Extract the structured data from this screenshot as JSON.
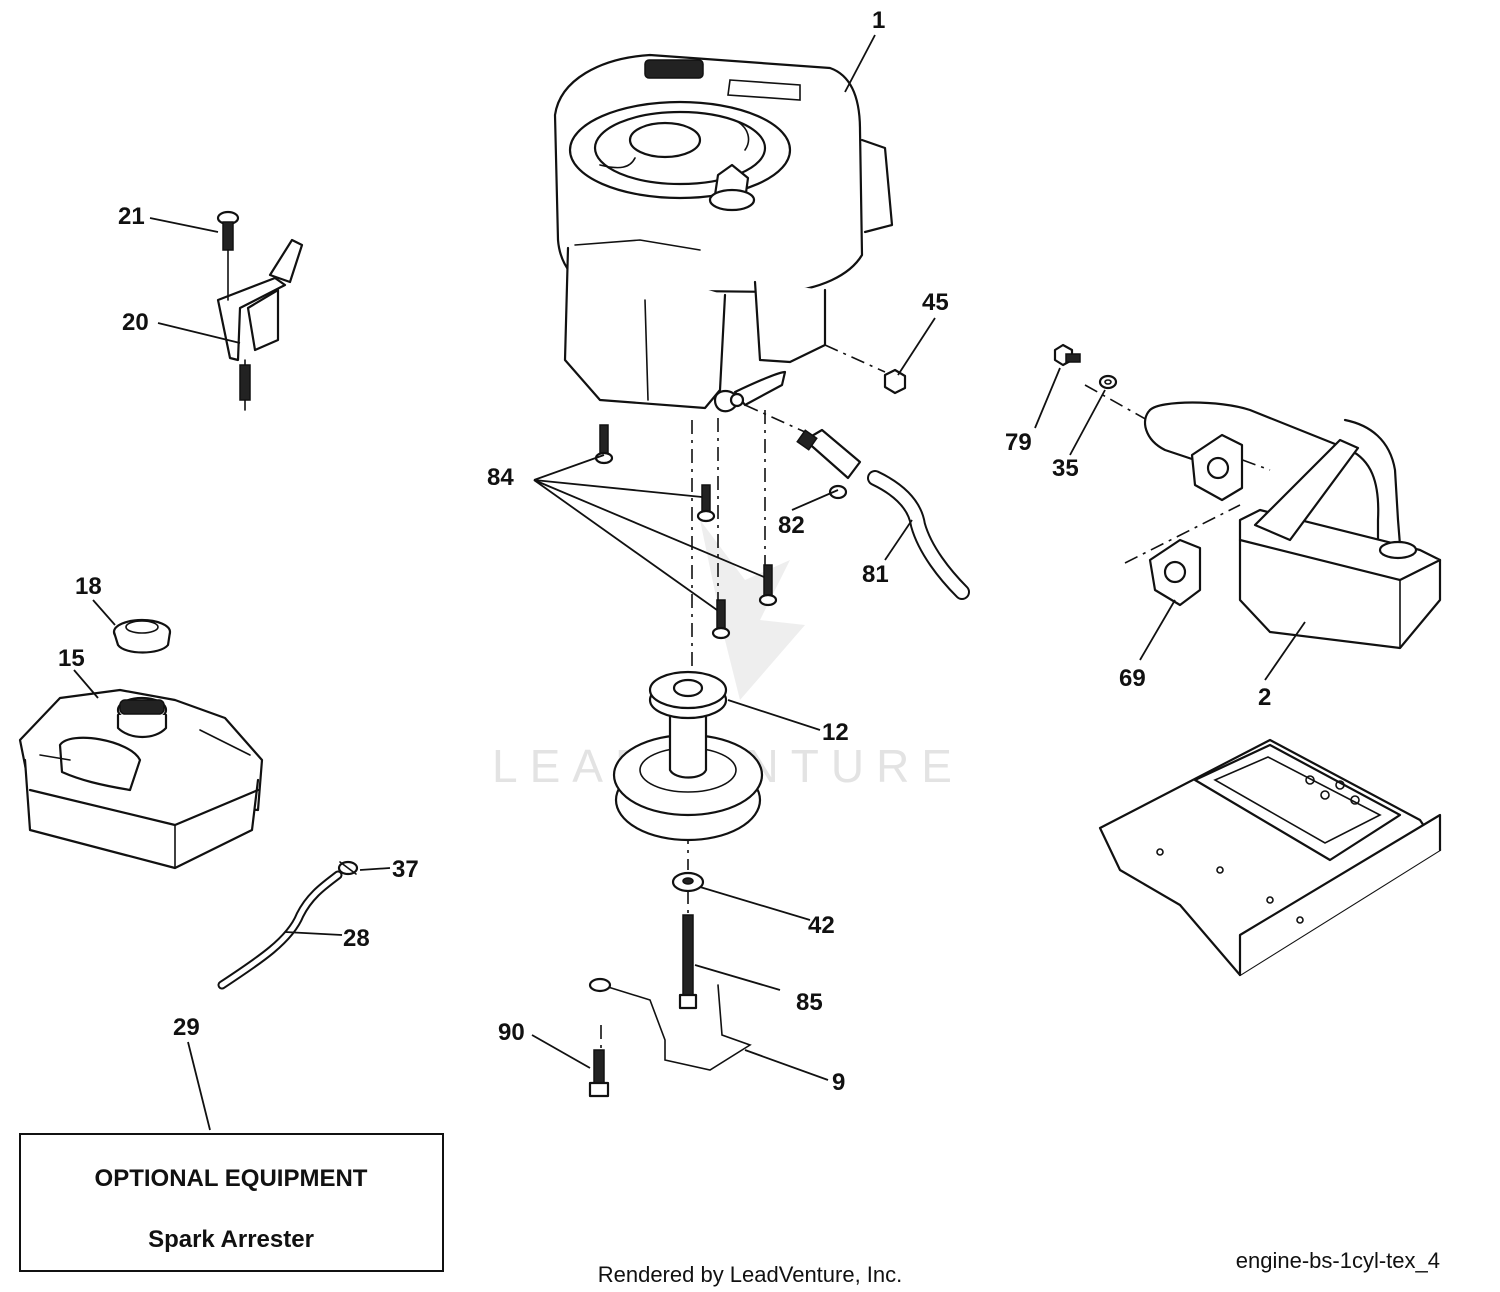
{
  "callouts": {
    "c1": "1",
    "c2": "2",
    "c9": "9",
    "c12": "12",
    "c15": "15",
    "c18": "18",
    "c20": "20",
    "c21": "21",
    "c28": "28",
    "c29": "29",
    "c35": "35",
    "c37": "37",
    "c42": "42",
    "c45": "45",
    "c69": "69",
    "c79": "79",
    "c81": "81",
    "c82": "82",
    "c84": "84",
    "c85": "85",
    "c90": "90"
  },
  "optional_box": {
    "title": "OPTIONAL EQUIPMENT",
    "item": "Spark Arrester"
  },
  "footer": {
    "rendered_by": "Rendered by LeadVenture, Inc.",
    "diagram_id": "engine-bs-1cyl-tex_4"
  },
  "watermark": {
    "text": "LEADVENTURE"
  },
  "colors": {
    "line": "#111111",
    "background": "#ffffff",
    "watermark": "#e3e3e3"
  }
}
